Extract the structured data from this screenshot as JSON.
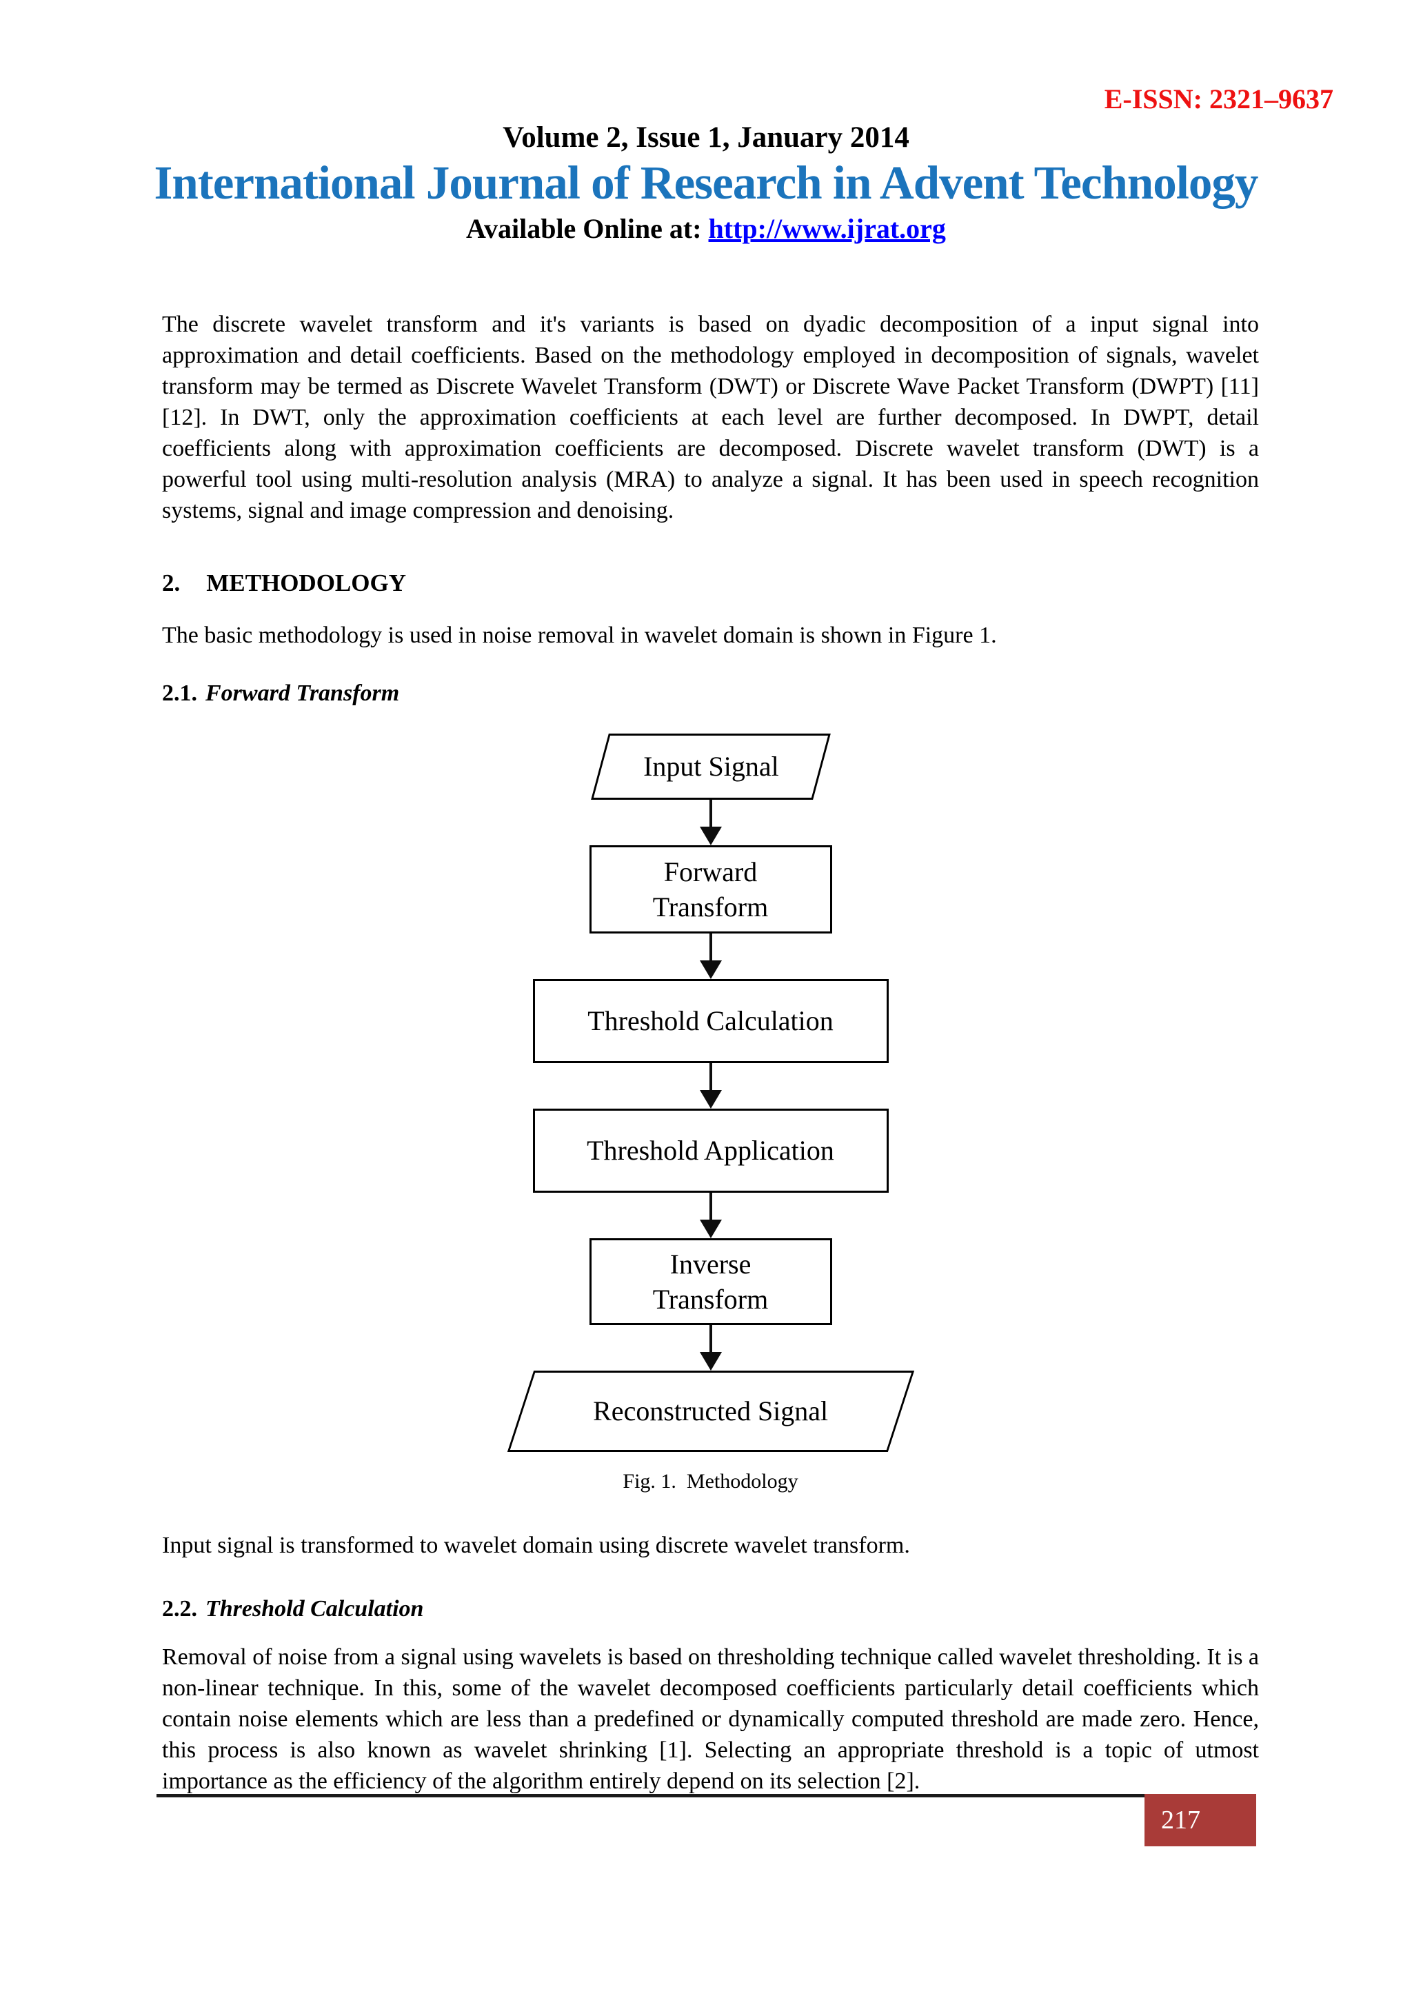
{
  "header": {
    "eissn": "E-ISSN: 2321–9637",
    "volume_line": "Volume 2, Issue 1, January 2014",
    "journal_title": "International Journal of Research in Advent Technology",
    "available_prefix": "Available Online at: ",
    "available_link": "http://www.ijrat.org",
    "colors": {
      "eissn_red": "#EE1111",
      "title_blue": "#1B74BC",
      "link_blue": "#0000FF"
    }
  },
  "intro_paragraph": "The discrete wavelet transform and it's variants is based on dyadic decomposition of a input signal into approximation and detail coefficients. Based on the methodology employed in decomposition of signals, wavelet transform may be termed as Discrete Wavelet Transform (DWT) or Discrete Wave Packet Transform (DWPT) [11] [12]. In DWT, only the approximation coefficients at each level are further decomposed. In DWPT, detail coefficients along with approximation coefficients are decomposed. Discrete wavelet transform (DWT) is a powerful tool using multi-resolution analysis (MRA) to analyze a signal. It has been used in speech recognition systems, signal and image compression and denoising.",
  "sections": {
    "methodology": {
      "number": "2.",
      "title": "METHODOLOGY",
      "text": "The basic methodology is used in noise removal in wavelet domain is shown in Figure 1."
    },
    "forward_transform": {
      "number": "2.1.",
      "title": "Forward Transform"
    },
    "after_figure_text": "Input signal is transformed to wavelet domain using discrete wavelet transform.",
    "threshold_calculation": {
      "number": "2.2.",
      "title": "Threshold Calculation",
      "text": "Removal of noise from a signal using wavelets is based on thresholding technique called wavelet thresholding. It is a non-linear technique. In this, some of the wavelet decomposed coefficients particularly detail coefficients which contain noise elements which are less than a predefined or dynamically computed threshold are made zero. Hence, this process is also known as wavelet shrinking [1]. Selecting an appropriate threshold is a topic of utmost importance as the efficiency of the algorithm entirely depend on its selection [2]."
    }
  },
  "figure": {
    "caption": "Fig. 1.  Methodology",
    "nodes": [
      {
        "shape": "parallelogram",
        "label": "Input Signal"
      },
      {
        "shape": "rectangle",
        "label": "Forward Transform"
      },
      {
        "shape": "rectangle",
        "label": "Threshold Calculation"
      },
      {
        "shape": "rectangle",
        "label": "Threshold Application"
      },
      {
        "shape": "rectangle",
        "label": "Inverse Transform"
      },
      {
        "shape": "parallelogram",
        "label": "Reconstructed Signal"
      }
    ]
  },
  "footer": {
    "page_number": "217",
    "box_color": "#A93B38"
  }
}
